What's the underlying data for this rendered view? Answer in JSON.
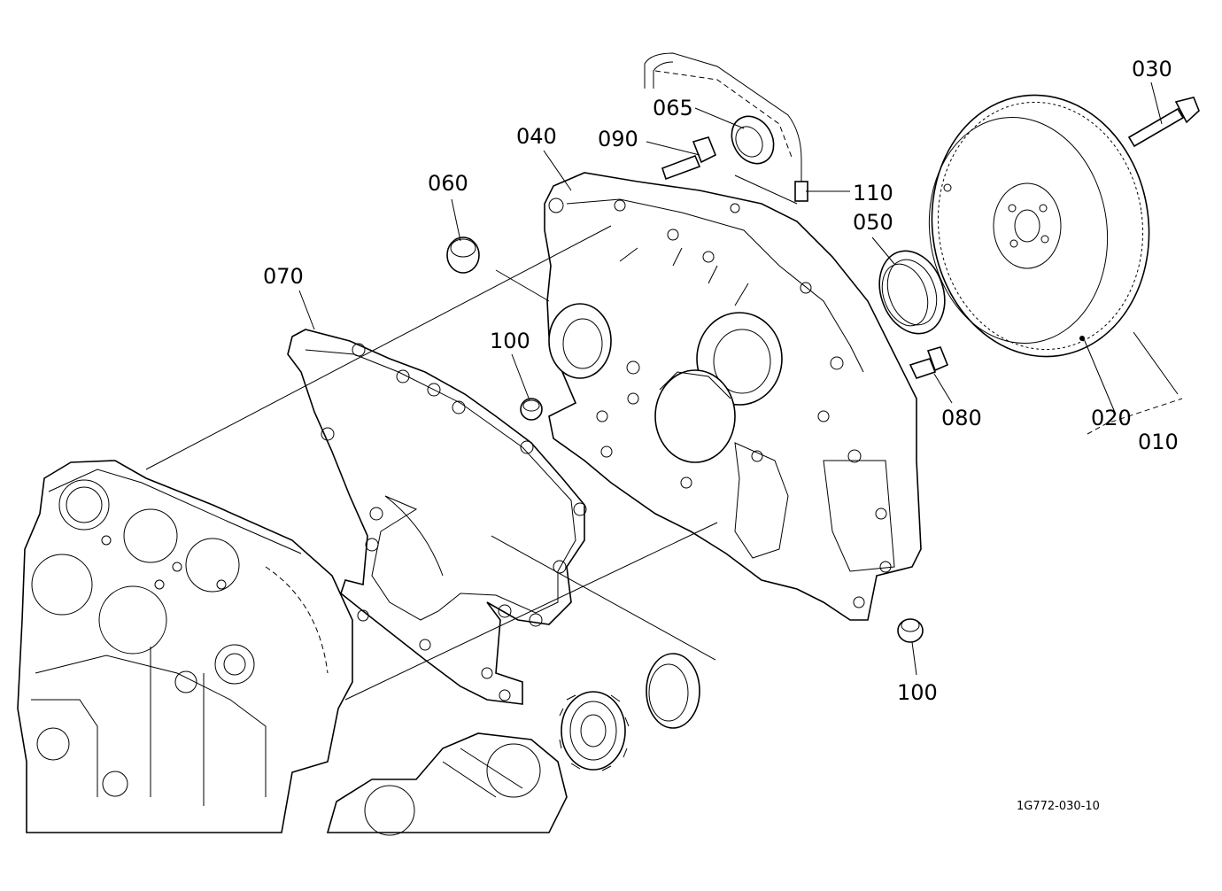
{
  "labels": {
    "p010": "010",
    "p020": "020",
    "p030": "030",
    "p040": "040",
    "p050": "050",
    "p060": "060",
    "p065": "065",
    "p070": "070",
    "p080": "080",
    "p090": "090",
    "p100a": "100",
    "p100b": "100",
    "p110": "110"
  },
  "drawing_code": "1G772-030-10",
  "colors": {
    "line": "#000000",
    "background": "#ffffff"
  }
}
